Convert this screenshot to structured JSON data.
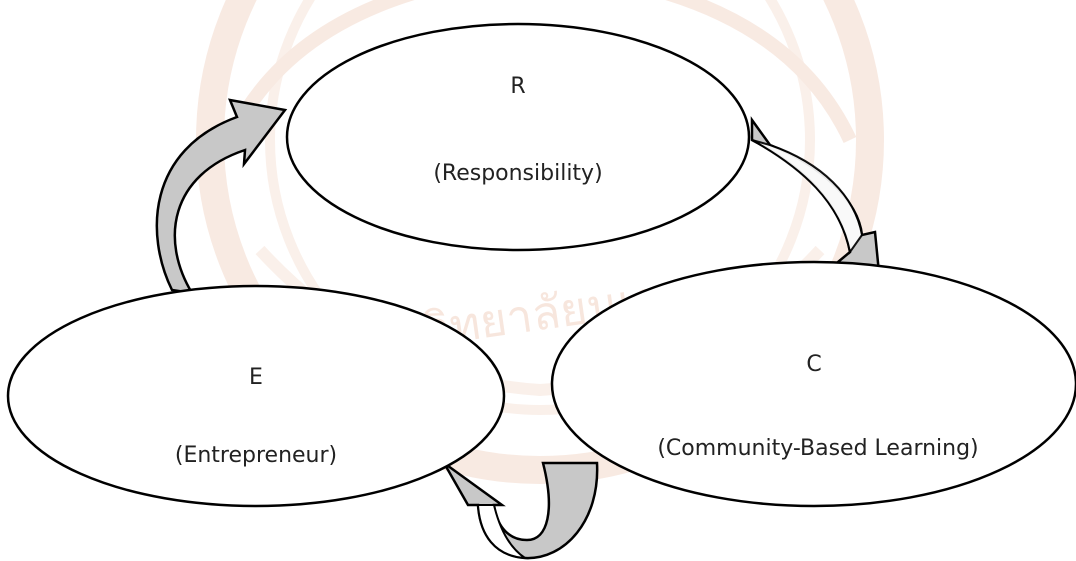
{
  "diagram": {
    "nodes": [
      {
        "id": "r",
        "letter": "R",
        "label": "(Responsibility)"
      },
      {
        "id": "e",
        "letter": "E",
        "label": "(Entrepreneur)"
      },
      {
        "id": "c",
        "letter": "C",
        "label": "(Community-Based Learning)"
      }
    ],
    "cycle_direction": "clockwise",
    "colors": {
      "node_fill": "#ffffff",
      "node_stroke": "#000000",
      "arrow_fill_gray": "#c8c8c8",
      "arrow_fill_white": "#ffffff",
      "text": "#222222",
      "watermark": "#f3d9cc"
    },
    "watermark": {
      "text": "มหาวิทยาลัยนเรศวร",
      "kind": "university seal"
    }
  }
}
